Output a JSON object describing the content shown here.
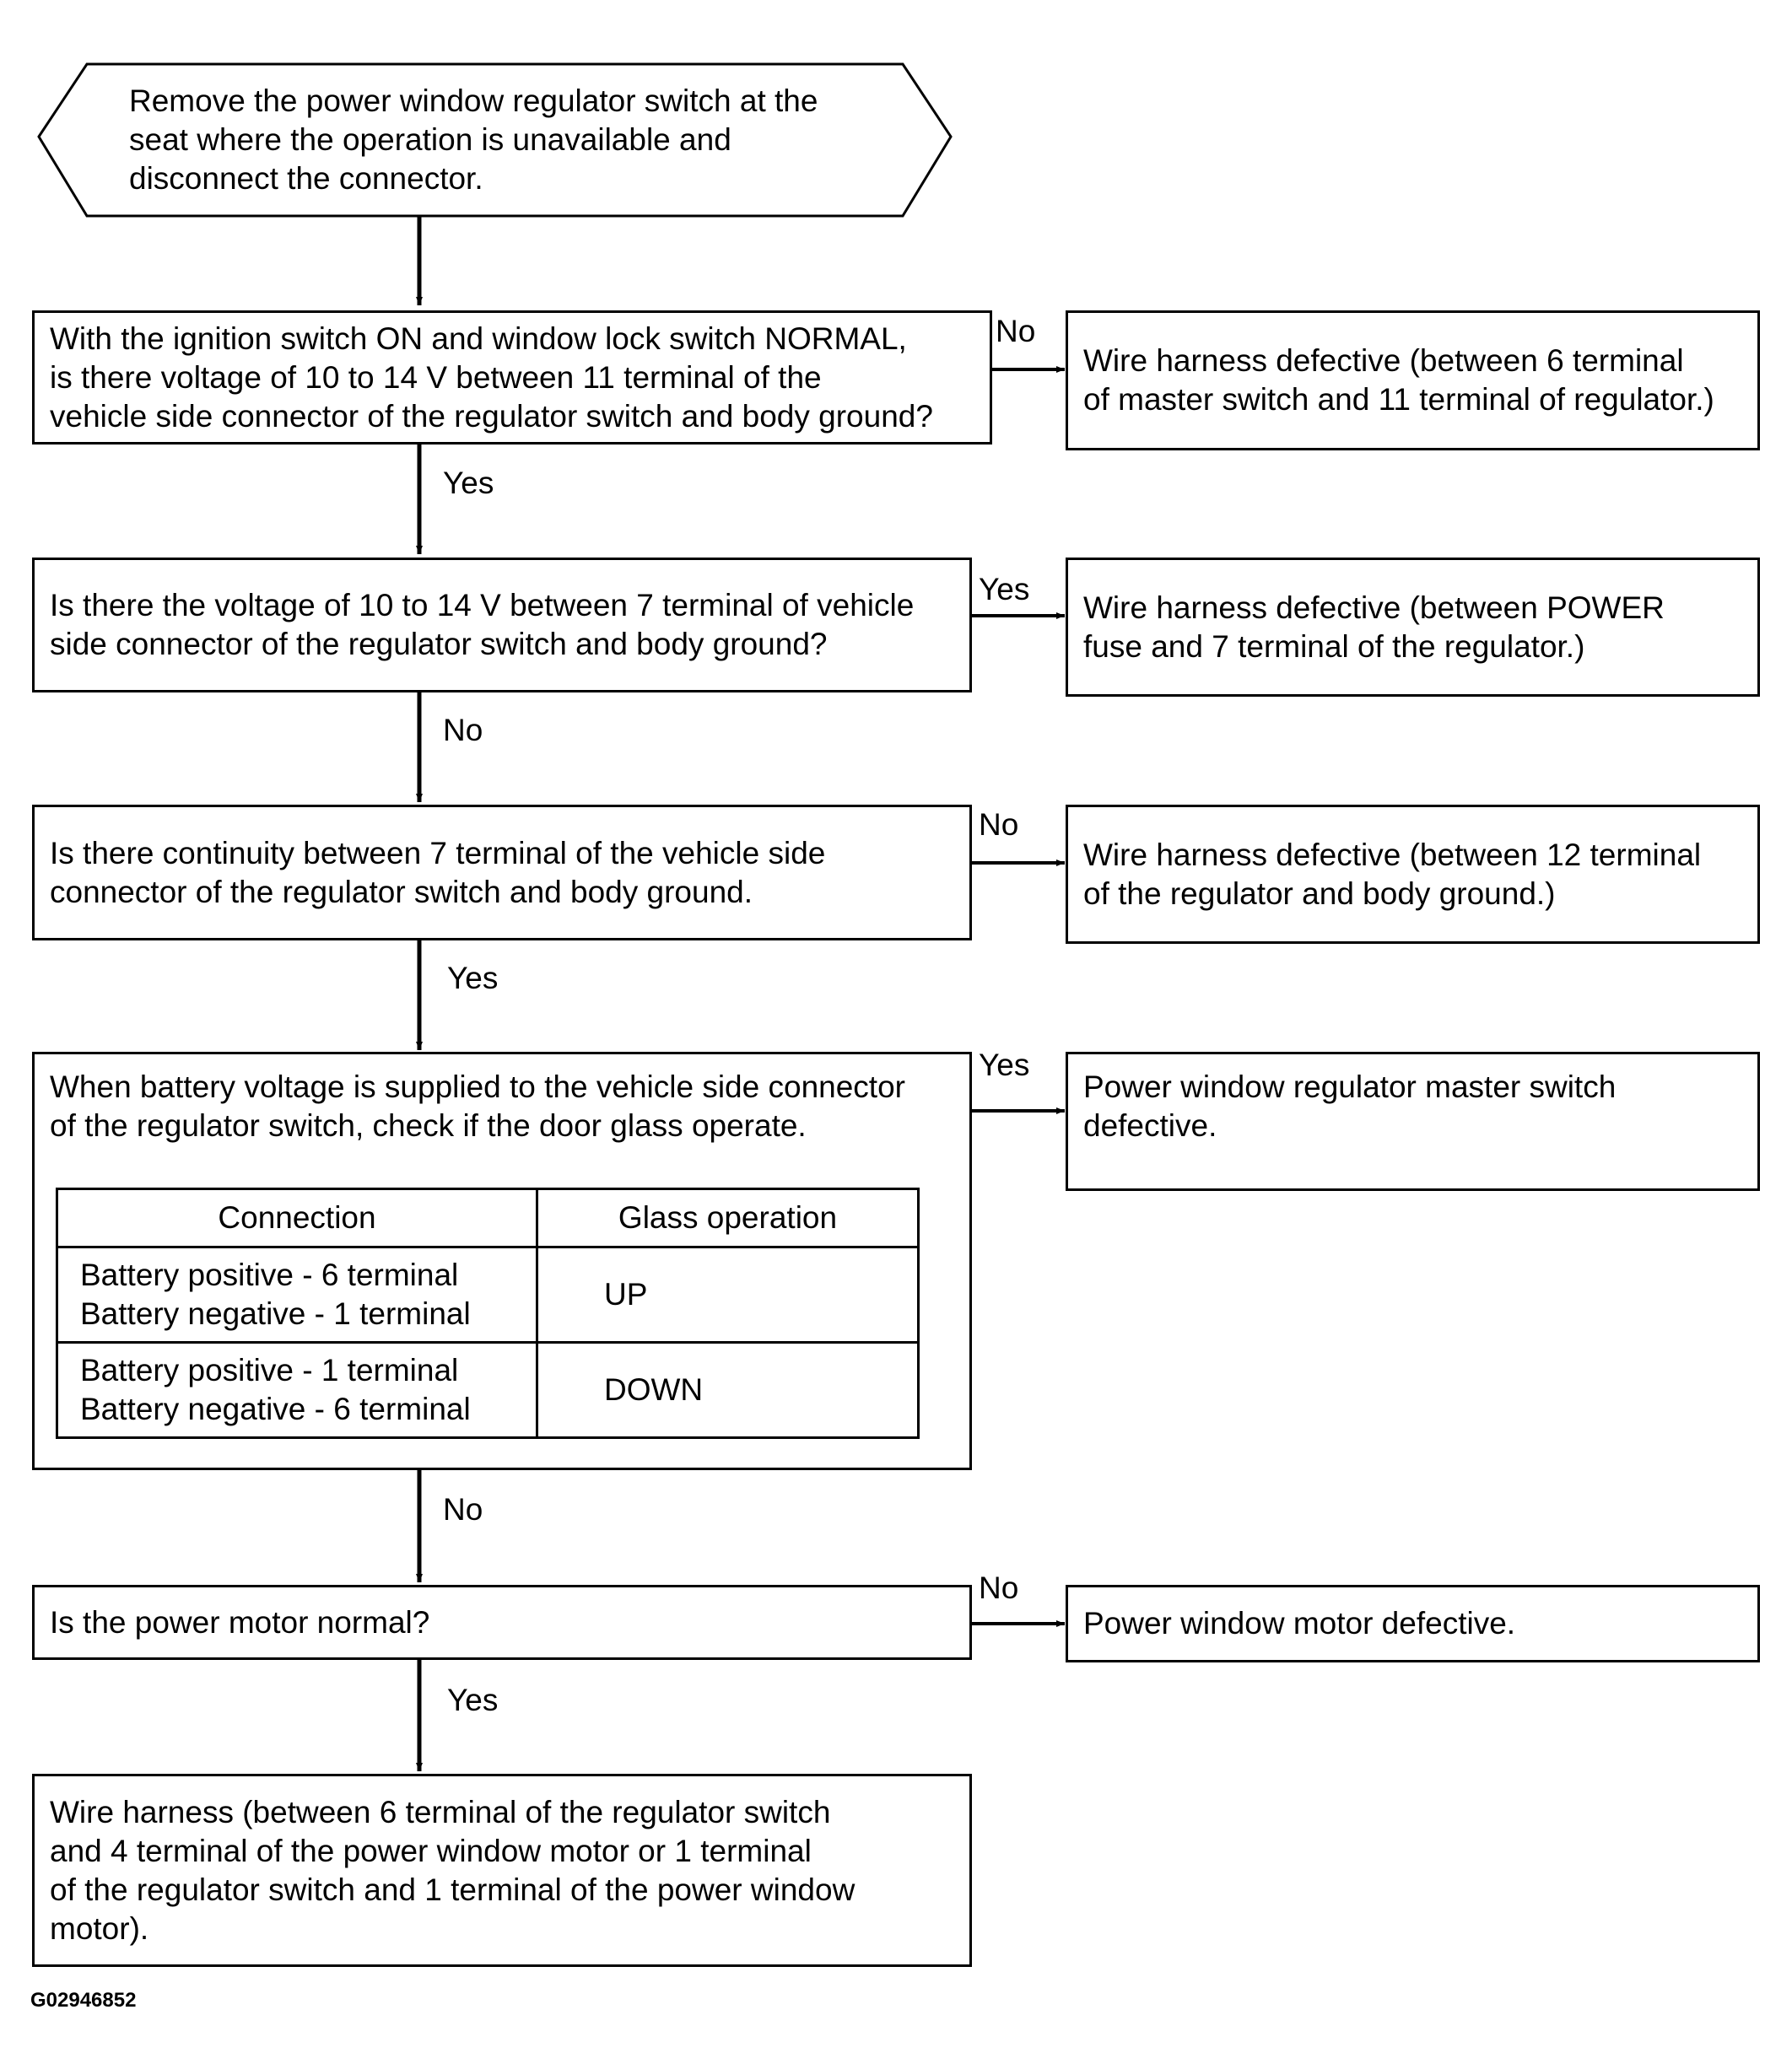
{
  "start": {
    "lines": [
      "Remove the power window regulator switch at the",
      "seat where the operation is unavailable and",
      "disconnect the connector."
    ]
  },
  "steps": [
    {
      "lines": [
        "With the ignition switch ON and window lock switch NORMAL,",
        "is there voltage of 10 to 14 V between 11 terminal of the",
        "vehicle side connector of the regulator switch and body ground?"
      ],
      "side_label": "No",
      "side_result": [
        "Wire harness defective (between 6 terminal",
        "of master switch and 11 terminal of regulator.)"
      ],
      "down_label": "Yes"
    },
    {
      "lines": [
        "Is there the voltage of 10 to 14 V between 7 terminal of vehicle",
        "side connector of the regulator switch and body ground?"
      ],
      "side_label": "Yes",
      "side_result": [
        "Wire harness defective (between POWER",
        "fuse and 7 terminal of the regulator.)"
      ],
      "down_label": "No"
    },
    {
      "lines": [
        "Is there continuity between 7 terminal of the vehicle side",
        "connector of the regulator switch and body ground."
      ],
      "side_label": "No",
      "side_result": [
        "Wire harness defective (between 12 terminal",
        "of the regulator and body ground.)"
      ],
      "down_label": "Yes"
    },
    {
      "lines": [
        "When battery voltage is supplied to the vehicle side connector",
        "of the regulator switch, check if the door glass operate."
      ],
      "side_label": "Yes",
      "side_result": [
        "Power window regulator master switch",
        "defective."
      ],
      "down_label": "No",
      "table": {
        "headers": [
          "Connection",
          "Glass operation"
        ],
        "rows": [
          {
            "connection": [
              "Battery positive - 6 terminal",
              "Battery negative - 1 terminal"
            ],
            "operation": "UP"
          },
          {
            "connection": [
              "Battery positive - 1 terminal",
              "Battery negative - 6 terminal"
            ],
            "operation": "DOWN"
          }
        ]
      }
    },
    {
      "lines": [
        "Is the power motor normal?"
      ],
      "side_label": "No",
      "side_result": [
        "Power window motor defective."
      ],
      "down_label": "Yes"
    }
  ],
  "final": {
    "lines": [
      "Wire harness (between 6 terminal of the regulator switch",
      "and 4 terminal of the power window motor or 1 terminal",
      "of the regulator switch and 1 terminal of the power window",
      "motor)."
    ]
  },
  "figure_code": "G02946852"
}
